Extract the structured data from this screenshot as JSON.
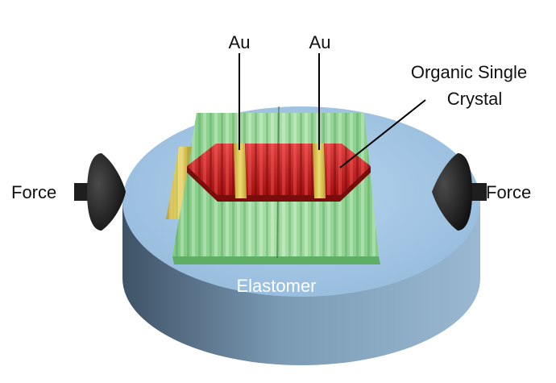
{
  "labels": {
    "au_left": "Au",
    "au_right": "Au",
    "crystal_line1": "Organic Single",
    "crystal_line2": "Crystal",
    "force_left": "Force",
    "force_right": "Force",
    "substrate": "Elastomer"
  },
  "colors": {
    "elastomer_top": "#a6c8e6",
    "elastomer_side": "#6f8fa8",
    "film": "#8fd28f",
    "crystal": "#c81e1e",
    "gold": "#d9c24a",
    "clamp": "#1a1a1a"
  }
}
